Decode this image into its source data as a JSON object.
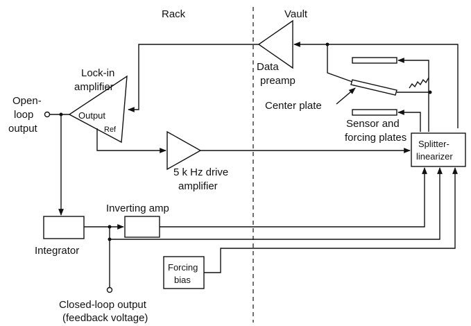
{
  "diagram": {
    "regions": {
      "rack": "Rack",
      "vault": "Vault"
    },
    "components": {
      "lockin_amp": [
        "Lock-in",
        "amplifier"
      ],
      "lockin_output": "Output",
      "lockin_ref": "Ref",
      "open_loop_output": [
        "Open-",
        "loop",
        "output"
      ],
      "data_preamp": [
        "Data",
        "preamp"
      ],
      "center_plate": "Center plate",
      "sensor_plates": [
        "Sensor and",
        "forcing plates"
      ],
      "splitter": [
        "Splitter-",
        "linearizer"
      ],
      "drive_amp": [
        "5 k Hz drive",
        "amplifier"
      ],
      "inverting_amp": "Inverting amp",
      "integrator": "Integrator",
      "forcing_bias": [
        "Forcing",
        "bias"
      ],
      "closed_loop_output": [
        "Closed-loop output",
        "(feedback voltage)"
      ]
    }
  }
}
